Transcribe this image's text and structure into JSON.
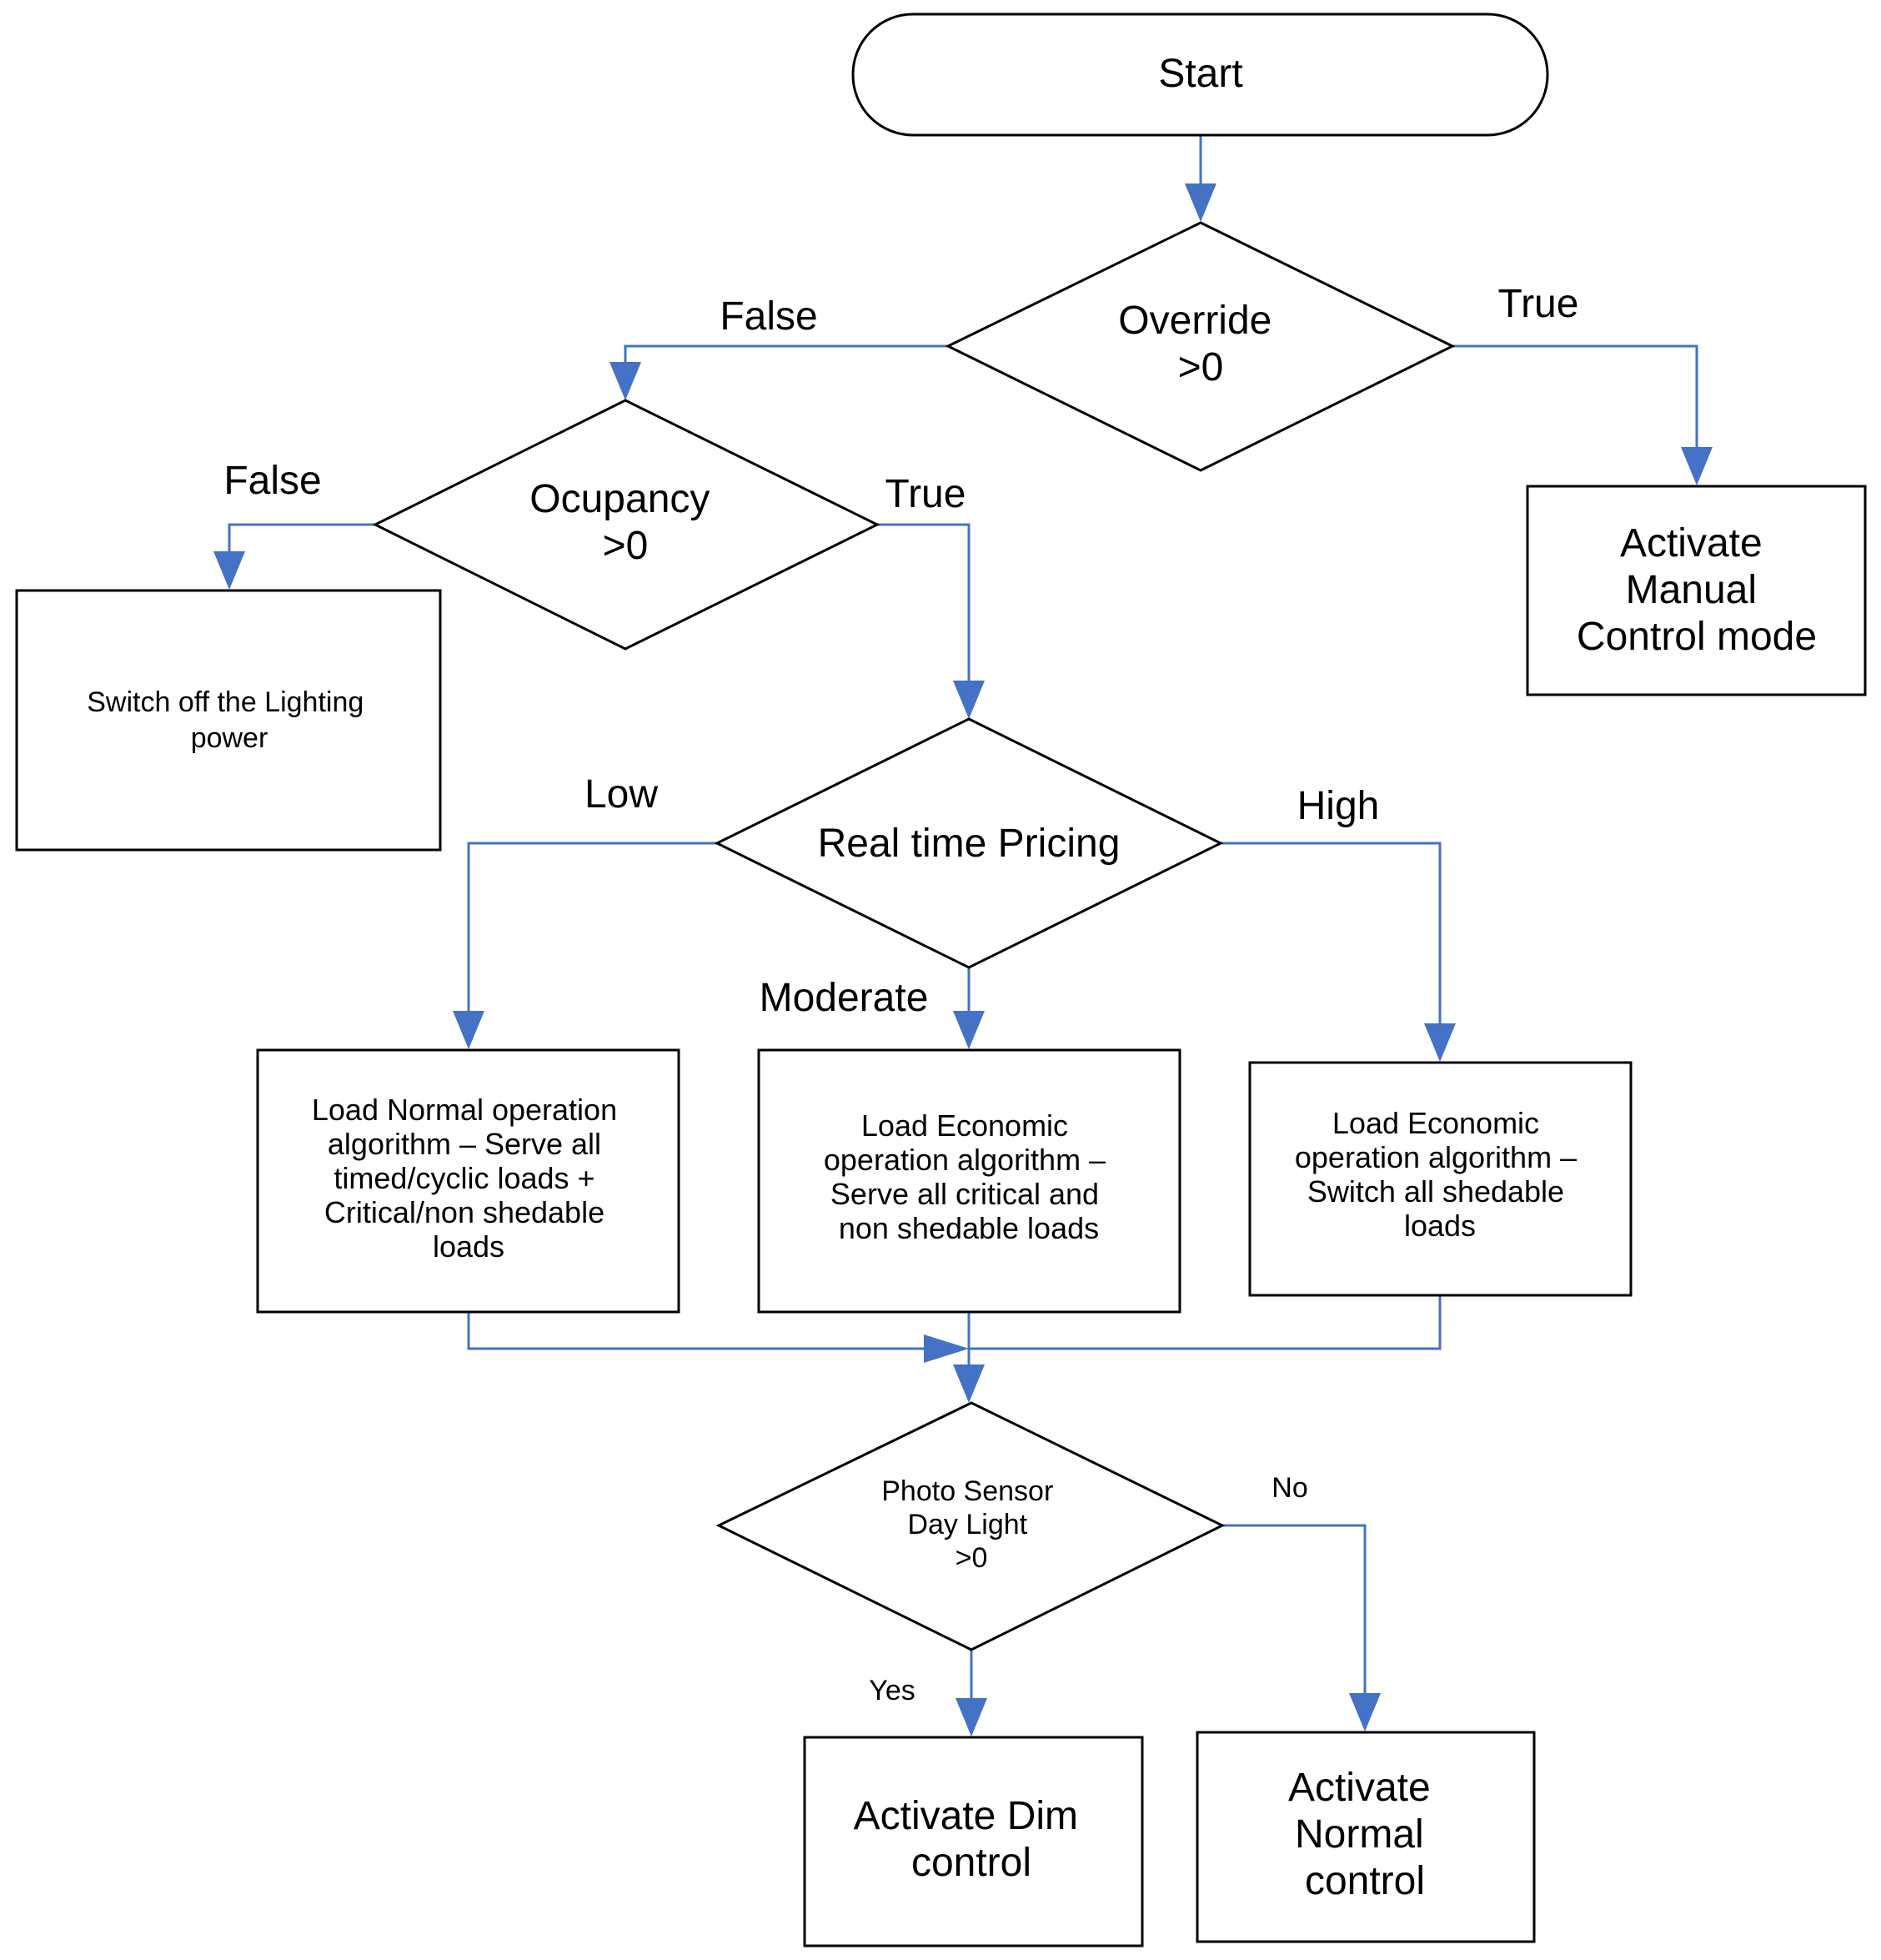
{
  "nodes": {
    "start": [
      "Start"
    ],
    "override": [
      "Override",
      ">0"
    ],
    "manual": [
      "Activate",
      "Manual",
      "Control mode"
    ],
    "occupancy": [
      "Ocupancy",
      ">0"
    ],
    "switch_off": [
      "Switch off the Lighting",
      "power"
    ],
    "pricing": [
      "Real time Pricing"
    ],
    "normal_alg": [
      "Load Normal  operation",
      "algorithm – Serve all",
      "timed/cyclic loads +",
      "Critical/non shedable",
      "loads"
    ],
    "econ_serve": [
      "Load Economic",
      "operation algorithm –",
      "Serve all critical and",
      "non shedable loads"
    ],
    "econ_switch": [
      "Load Economic",
      "operation algorithm –",
      "Switch all shedable",
      "loads"
    ],
    "photo": [
      "Photo Sensor",
      "Day Light",
      ">0"
    ],
    "dim": [
      "Activate Dim",
      "control"
    ],
    "normal_ctrl": [
      "Activate",
      "Normal",
      "control"
    ]
  },
  "edge_labels": {
    "override_false": "False",
    "override_true": "True",
    "occupancy_false": "False",
    "occupancy_true": "True",
    "pricing_low": "Low",
    "pricing_moderate": "Moderate",
    "pricing_high": "High",
    "photo_no": "No",
    "photo_yes": "Yes"
  },
  "colors": {
    "connector": "#4472c4",
    "outline": "#000000",
    "background": "#ffffff"
  }
}
